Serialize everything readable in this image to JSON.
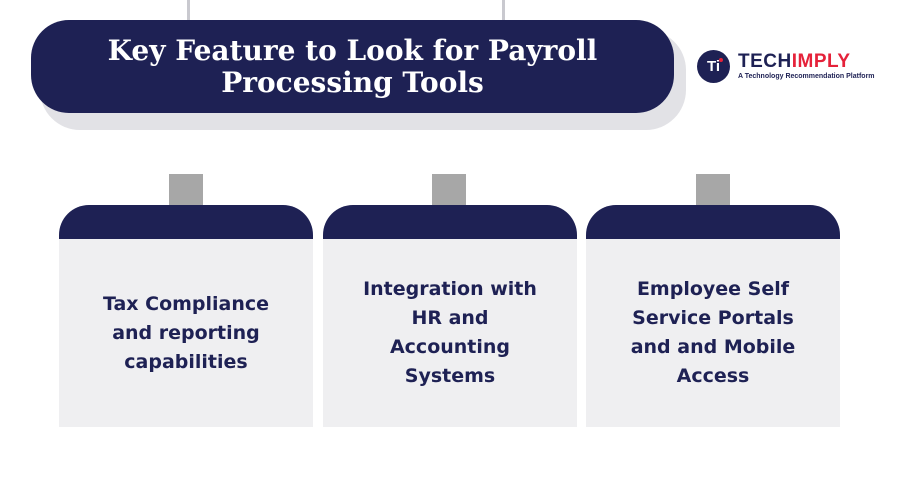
{
  "title": "Key Feature to Look for Payroll Processing Tools",
  "logo": {
    "mark": "Ti",
    "name_part1": "TECH",
    "name_part2": "IMPLY",
    "tagline": "A Technology Recommendation Platform"
  },
  "cards": [
    {
      "text": "Tax Compliance and reporting capabilities"
    },
    {
      "text": "Integration with HR and Accounting Systems"
    },
    {
      "text": "Employee Self Service Portals and and Mobile Access"
    }
  ],
  "colors": {
    "navy": "#1e2154",
    "card_background": "#efeff1",
    "arrow": "#a7a7a7",
    "brand_red": "#e5223a"
  }
}
